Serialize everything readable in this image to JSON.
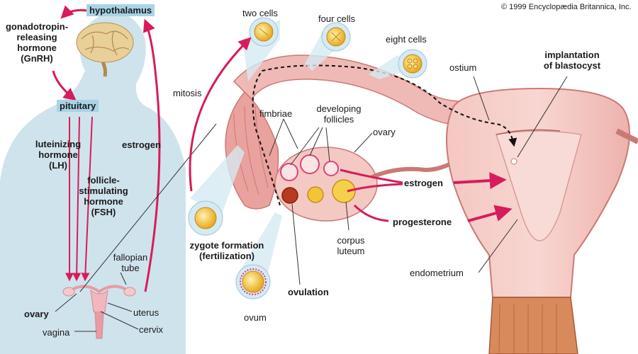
{
  "copyright": "© 1999 Encyclopædia Britannica, Inc.",
  "left_panel": {
    "hypothalamus": "hypothalamus",
    "gnrh": [
      "gonadotropin-",
      "releasing",
      "hormone",
      "(GnRH)"
    ],
    "pituitary": "pituitary",
    "lh": [
      "luteinizing",
      "hormone",
      "(LH)"
    ],
    "fsh": [
      "follicle-",
      "stimulating",
      "hormone",
      "(FSH)"
    ],
    "estrogen": "estrogen",
    "fallopian_tube": [
      "fallopian",
      "tube"
    ],
    "ovary": "ovary",
    "uterus": "uterus",
    "cervix": "cervix",
    "vagina": "vagina"
  },
  "main_diagram": {
    "two_cells": "two cells",
    "four_cells": "four cells",
    "eight_cells": "eight cells",
    "mitosis": "mitosis",
    "ostium": "ostium",
    "implantation": [
      "implantation",
      "of blastocyst"
    ],
    "fimbriae": "fimbriae",
    "developing_follicles": [
      "developing",
      "follicles"
    ],
    "ovary": "ovary",
    "estrogen": "estrogen",
    "progesterone": "progesterone",
    "zygote": [
      "zygote formation",
      "(fertilization)"
    ],
    "corpus_luteum": [
      "corpus",
      "luteum"
    ],
    "endometrium": "endometrium",
    "ovum": "ovum",
    "ovulation": "ovulation"
  },
  "colors": {
    "body_silhouette": "#cfe3ec",
    "arrow_red": "#d81b5a",
    "tissue_pink": "#efb9b6",
    "tissue_dark": "#c97a76",
    "cell_yellow": "#f6c443",
    "label_box": "#a9d3e6",
    "magnifier": "#d6eaf3"
  }
}
